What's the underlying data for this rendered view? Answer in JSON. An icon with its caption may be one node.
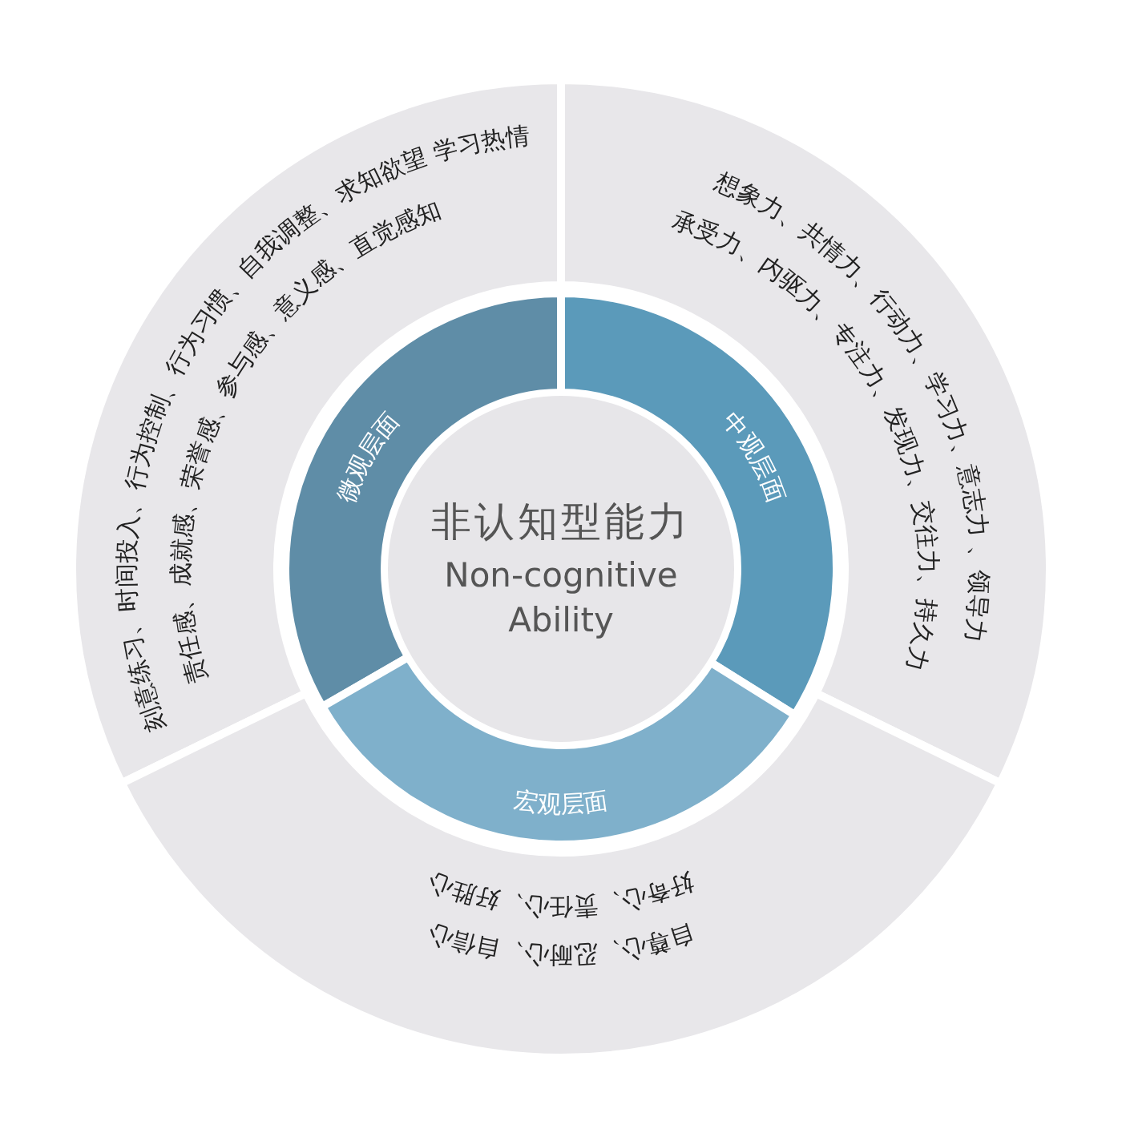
{
  "diagram": {
    "nodes": [
      {
        "text": [
          "非认知型能力",
          "Non-cognitive Ability"
        ]
      },
      {
        "text": [
          "微观层面"
        ]
      },
      {
        "text": [
          "中观层面"
        ]
      },
      {
        "text": [
          "宏观层面"
        ]
      },
      {
        "text": [
          "刻意练习、时间投入、行为控制、行为习惯、自我调整、求知欲望 学习热情",
          "责任感、成就感、荣誉感、参与感、意义感、直觉感知"
        ]
      },
      {
        "text": [
          "想象力、共情力、行动力、学习力、意志力 、领导力",
          "承受力、内驱力、专注力、发现力、交往力、持久力"
        ]
      },
      {
        "text": [
          "好奇心、责任心、好胜心",
          "自尊心、忍耐心、自信心"
        ]
      }
    ]
  }
}
